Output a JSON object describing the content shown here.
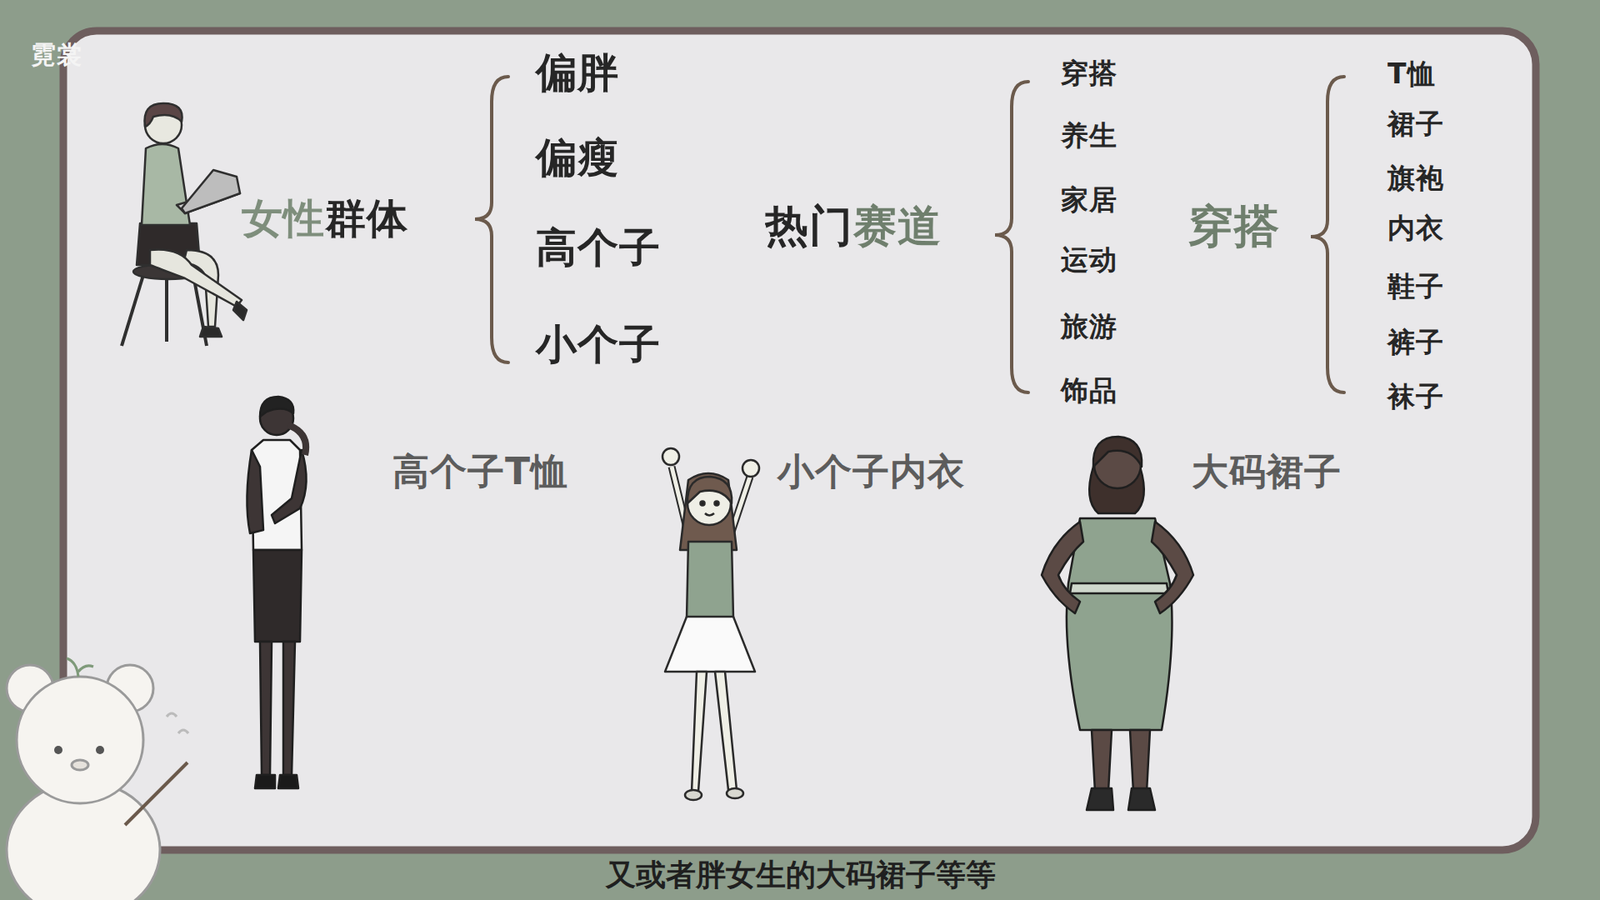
{
  "diagram": {
    "caption": "又或者胖女生的大码裙子等等",
    "labels": [
      "霓裳",
      "女性群体",
      "偏胖",
      "偏瘦",
      "高个子",
      "小个子",
      "热门赛道",
      "穿搭",
      "养生",
      "家居",
      "运动",
      "旅游",
      "饰品",
      "穿搭",
      "T恤",
      "裙子",
      "旗袍",
      "内衣",
      "鞋子",
      "裤子",
      "袜子",
      "高个子T恤",
      "小个子内衣",
      "大码裙子"
    ]
  }
}
